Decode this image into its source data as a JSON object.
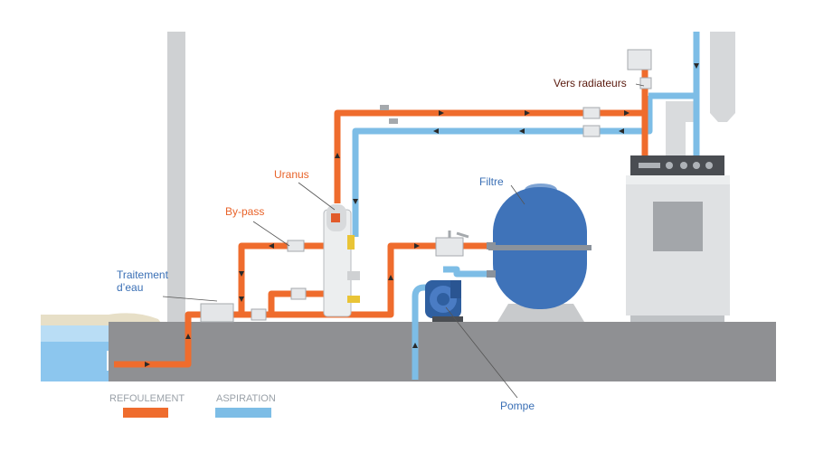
{
  "labels": {
    "vers_radiateurs": "Vers radiateurs",
    "uranus": "Uranus",
    "by_pass": "By-pass",
    "filtre": "Filtre",
    "traitement_line1": "Traitement",
    "traitement_line2": "d’eau",
    "pompe": "Pompe"
  },
  "legend": {
    "refoulement": "REFOULEMENT",
    "aspiration": "ASPIRATION"
  },
  "colors": {
    "refoulement": "#ef6c2d",
    "aspiration": "#7dbde6",
    "label_orange": "#e8632a",
    "label_blue": "#3a6fb5",
    "label_dark": "#5a1a0e",
    "floor": "#8f9093",
    "filter": "#3f73b9",
    "pump": "#2f5fa0",
    "water": "#8cc6ee"
  }
}
